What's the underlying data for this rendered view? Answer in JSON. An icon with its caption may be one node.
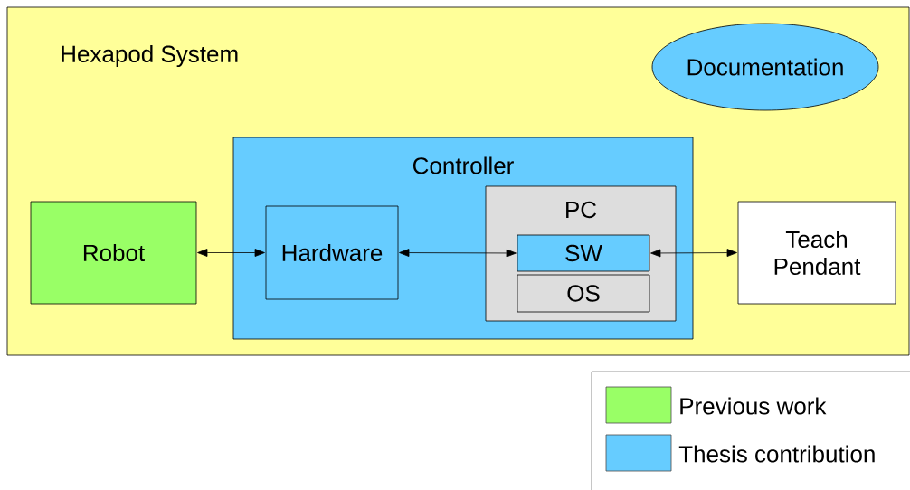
{
  "diagram": {
    "nodes": [
      {
        "text": [
          "Hexapod System"
        ]
      },
      {
        "text": [
          "Documentation"
        ],
        "in": 0
      },
      {
        "text": [
          "Controller"
        ],
        "in": 0
      },
      {
        "text": [
          "Robot"
        ],
        "in": 0
      },
      {
        "text": [
          "Hardware"
        ],
        "in": 2
      },
      {
        "text": [
          "PC"
        ],
        "in": 2
      },
      {
        "text": [
          "SW"
        ],
        "in": 5
      },
      {
        "text": [
          "OS"
        ],
        "in": 5
      },
      {
        "text": [
          "Teach Pendant"
        ],
        "in": 0
      }
    ],
    "edges": [
      {
        "from": 3,
        "to": 4,
        "arrow": "both"
      },
      {
        "from": 4,
        "to": 6,
        "arrow": "both"
      },
      {
        "from": 6,
        "to": 8,
        "arrow": "both"
      }
    ],
    "legend": [
      {
        "text": "Previous work",
        "color": "#99ff66"
      },
      {
        "text": "Thesis contribution",
        "color": "#66ccff"
      }
    ]
  }
}
